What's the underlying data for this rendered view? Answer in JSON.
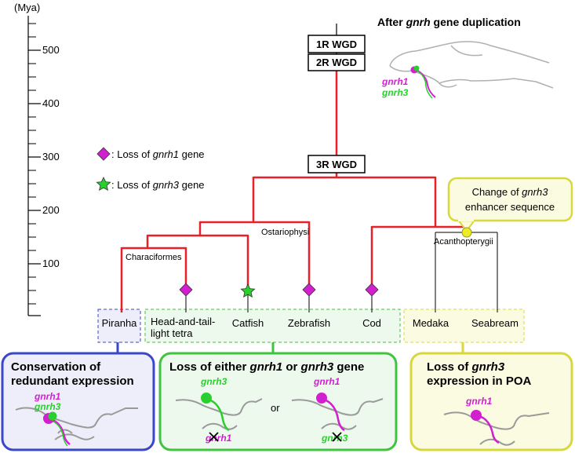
{
  "axis": {
    "unit": "(Mya)",
    "ticks": [
      "500",
      "400",
      "300",
      "200",
      "100"
    ]
  },
  "title": {
    "prefix": "After ",
    "gene": "gnrh",
    "suffix": " gene duplication"
  },
  "wgd": {
    "first": "1R WGD",
    "second": "2R WGD",
    "third": "3R WGD"
  },
  "brain_labels": {
    "gene1": "gnrh1",
    "gene3": "gnrh3"
  },
  "legend": {
    "diamond_prefix": ": Loss of ",
    "diamond_gene": "gnrh1",
    "diamond_suffix": " gene",
    "star_prefix": ": Loss of ",
    "star_gene": "gnrh3",
    "star_suffix": " gene"
  },
  "callout": {
    "line1_prefix": "Change of ",
    "line1_gene": "gnrh3",
    "line2": "enhancer sequence"
  },
  "clades": {
    "ostariophysi": "Ostariophysi",
    "characiformes": "Characiformes",
    "acanthopterygii": "Acanthopterygii"
  },
  "taxa": {
    "piranha": "Piranha",
    "tetra_line1": "Head-and-tail-",
    "tetra_line2": "light tetra",
    "catfish": "Catfish",
    "zebrafish": "Zebrafish",
    "cod": "Cod",
    "medaka": "Medaka",
    "seabream": "Seabream"
  },
  "panels": {
    "blue": {
      "line1": "Conservation of",
      "line2": "redundant expression",
      "gene1": "gnrh1",
      "gene3": "gnrh3"
    },
    "green": {
      "title_prefix": "Loss of either ",
      "title_gene1": "gnrh1",
      "title_mid": " or ",
      "title_gene3": "gnrh3",
      "title_suffix": " gene",
      "left_gene": "gnrh3",
      "left_lost": "gnrh1",
      "or": "or",
      "right_gene": "gnrh1",
      "right_lost": "gnrh3"
    },
    "yellow": {
      "line1_prefix": "Loss of ",
      "line1_gene": "gnrh3",
      "line2": "expression in POA",
      "gene1": "gnrh1"
    }
  },
  "colors": {
    "tree_red": "#e8202a",
    "gnrh1": "#d21fd0",
    "gnrh3": "#29d02d",
    "blue_border": "#3a47c8",
    "blue_fill": "#eeeefa",
    "green_border": "#3fc43f",
    "green_fill": "#eef9ee",
    "yellow_border": "#d8d83a",
    "yellow_fill": "#fbfbe2"
  }
}
